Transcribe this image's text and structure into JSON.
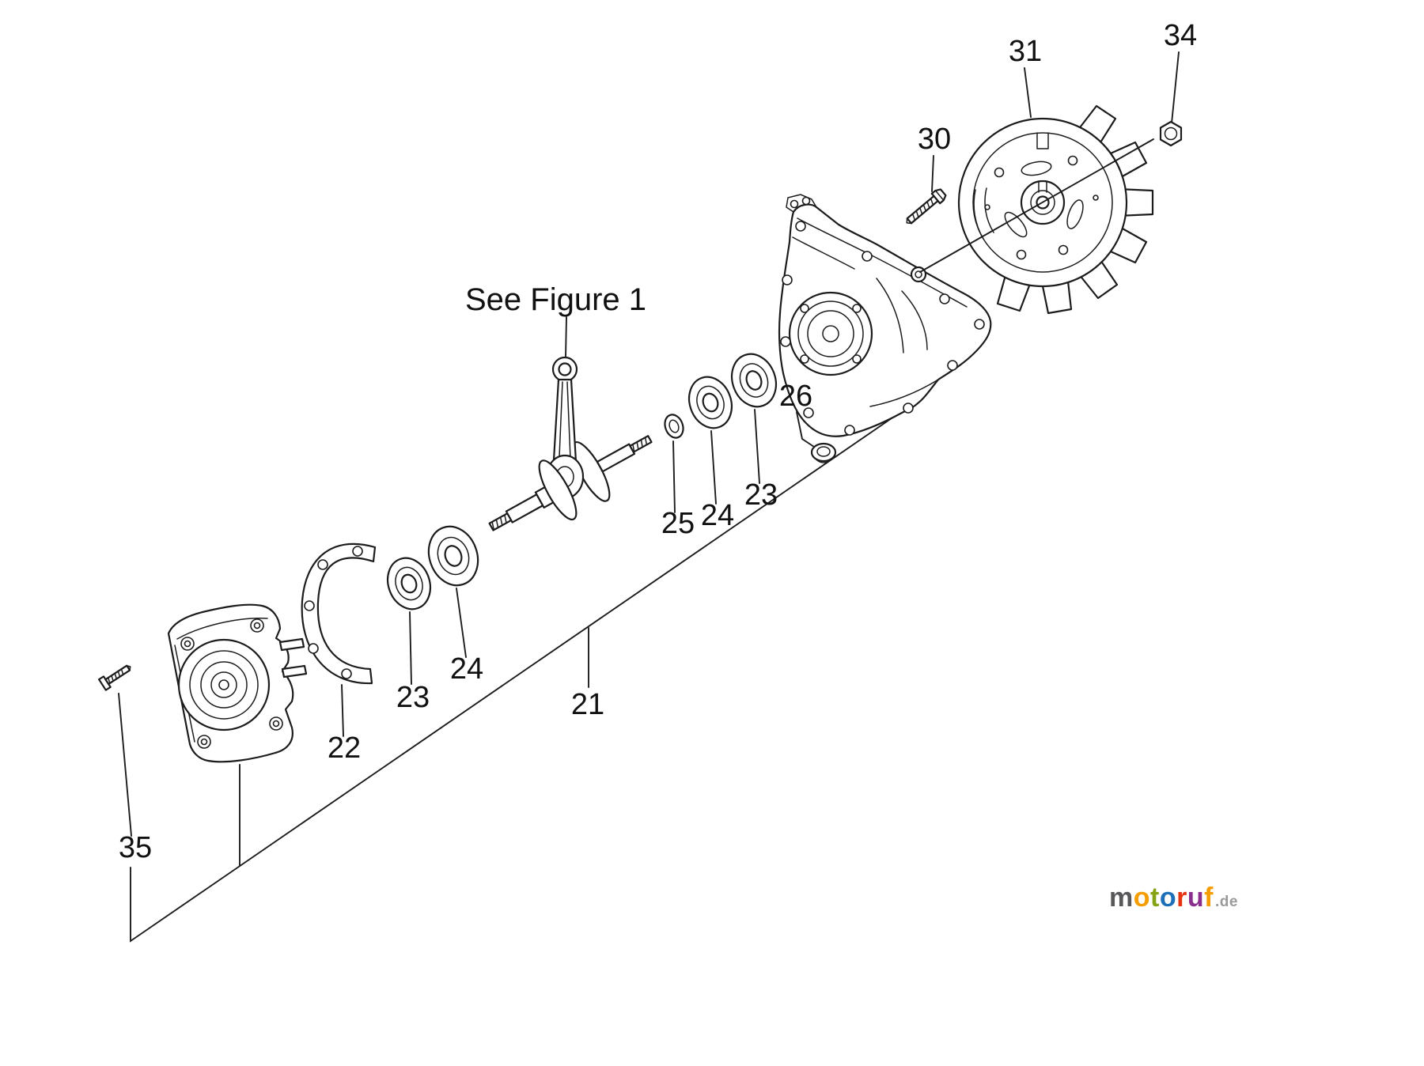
{
  "diagram": {
    "note_label": "See Figure 1",
    "labels": {
      "p21": "21",
      "p22": "22",
      "p23_left": "23",
      "p24_left": "24",
      "p23_right": "23",
      "p24_right": "24",
      "p25": "25",
      "p26": "26",
      "p30": "30",
      "p31": "31",
      "p34": "34",
      "p35": "35"
    }
  },
  "watermark": {
    "letters": [
      {
        "ch": "m",
        "color": "#58585a"
      },
      {
        "ch": "o",
        "color": "#f59c00"
      },
      {
        "ch": "t",
        "color": "#86a315"
      },
      {
        "ch": "o",
        "color": "#1d70b7"
      },
      {
        "ch": "r",
        "color": "#e63312"
      },
      {
        "ch": "u",
        "color": "#8b2f8f"
      },
      {
        "ch": "f",
        "color": "#f59c00"
      }
    ],
    "suffix": ".de",
    "suffix_color": "#9a9a9a"
  },
  "colors": {
    "line": "#1c1c1c",
    "background": "#ffffff",
    "label_text": "#111111"
  }
}
